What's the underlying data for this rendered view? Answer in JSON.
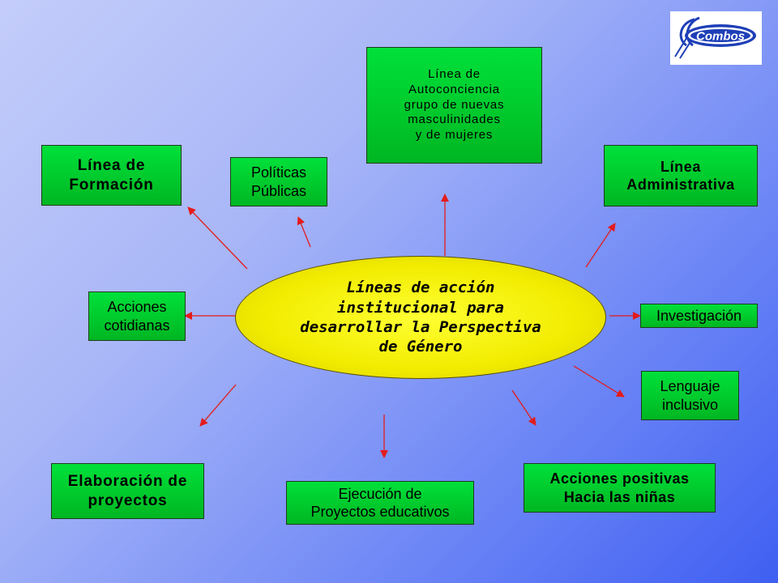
{
  "center": {
    "text": "Líneas de acción\ninstitucional para\ndesarrollar la Perspectiva\nde Género"
  },
  "nodes": {
    "autoconciencia": "Línea de\nAutoconciencia\ngrupo de nuevas\nmasculinidades\ny de mujeres",
    "formacion": "Línea de\nFormación",
    "politicas": "Políticas\nPúblicas",
    "administrativa": "Línea\nAdministrativa",
    "acciones_cotidianas": "Acciones\ncotidianas",
    "investigacion": "Investigación",
    "lenguaje": "Lenguaje\ninclusivo",
    "elaboracion": "Elaboración de\nproyectos",
    "ejecucion": "Ejecución de\nProyectos educativos",
    "acciones_positivas": "Acciones positivas\nHacia las niñas"
  },
  "logo": {
    "text": "Combos"
  },
  "colors": {
    "box_fill": "#00cc2e",
    "hub_fill": "#f2ec00",
    "arrow": "#e41b1b",
    "logo_blue": "#1e3fb8"
  }
}
